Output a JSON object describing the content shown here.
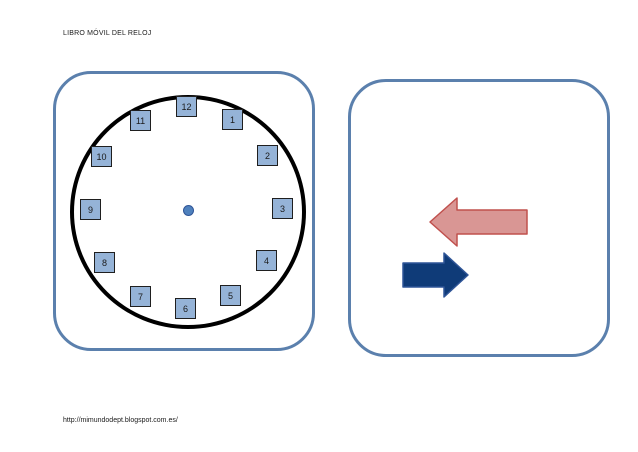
{
  "header": {
    "title": "LIBRO MÓVIL DEL RELOJ"
  },
  "clock": {
    "numbers": [
      "12",
      "1",
      "2",
      "3",
      "4",
      "5",
      "6",
      "7",
      "8",
      "9",
      "10",
      "11"
    ]
  },
  "arrows": [
    {
      "icon": "left-arrow-icon",
      "color": "#d99694"
    },
    {
      "icon": "right-arrow-icon",
      "color": "#0f3b78"
    }
  ],
  "colors": {
    "panel_border": "#5b80ad",
    "number_tile": "#95b3d7",
    "hub": "#4f81bd"
  },
  "footer": {
    "url": "http://mimundodept.blogspot.com.es/"
  }
}
